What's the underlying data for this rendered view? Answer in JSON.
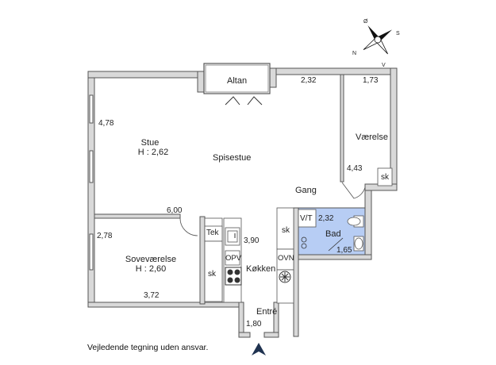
{
  "rooms": {
    "altan": "Altan",
    "stue": "Stue",
    "stue_height": "H : 2,62",
    "spisestue": "Spisestue",
    "vaerelse": "Værelse",
    "gang": "Gang",
    "sovevaerelse": "Soveværelse",
    "sove_height": "H : 2,60",
    "koekken": "Køkken",
    "bad": "Bad",
    "entre": "Entré"
  },
  "fixtures": {
    "tek": "Tek",
    "opv": "OPV",
    "ovn": "OVN",
    "vt": "V/T",
    "sk": "sk"
  },
  "dimensions": {
    "d_232_top": "2,32",
    "d_173": "1,73",
    "d_478": "4,78",
    "d_443": "4,43",
    "d_600": "6,00",
    "d_232_bath": "2,32",
    "d_278": "2,78",
    "d_390": "3,90",
    "d_165": "1,65",
    "d_372": "3,72",
    "d_180": "1,80"
  },
  "compass": {
    "north": "N",
    "south": "S",
    "east": "Ø",
    "west": "V"
  },
  "disclaimer": "Vejledende tegning uden ansvar.",
  "colors": {
    "wall": "#d9d9d9",
    "wall_stroke": "#555555",
    "bath": "#b7cdf4",
    "entrance_marker": "#1f3250"
  }
}
